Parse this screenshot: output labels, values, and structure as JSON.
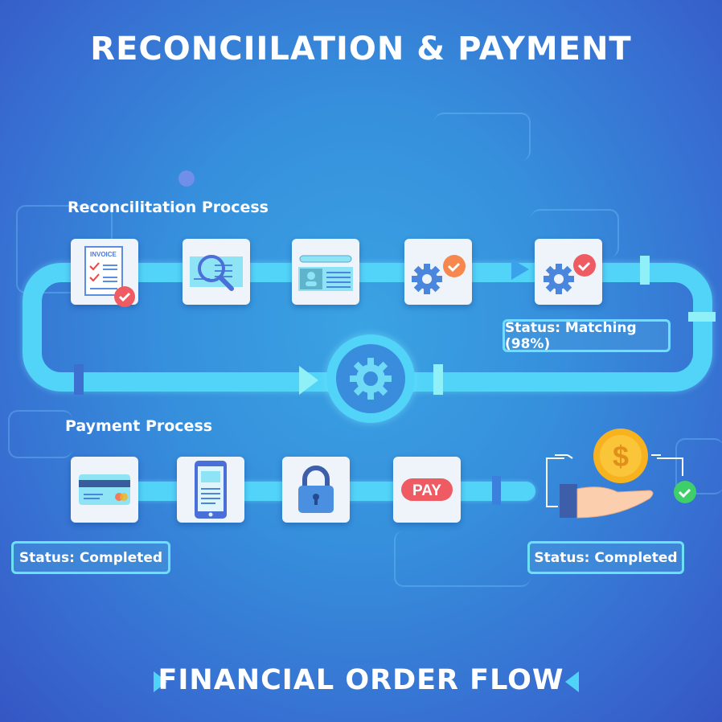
{
  "title": "RECONCIILATION & PAYMENT",
  "footer": "FINANCIAL ORDER FLOW",
  "reconciliation": {
    "heading": "Reconcilitation Process",
    "steps": [
      {
        "icon": "invoice-icon",
        "label": "INVOICE"
      },
      {
        "icon": "magnifier-document-icon"
      },
      {
        "icon": "id-card-icon"
      },
      {
        "icon": "gear-check-icon"
      },
      {
        "icon": "gear-check-icon"
      }
    ],
    "status": "Status: Matching (98%)"
  },
  "payment": {
    "heading": "Payment Process",
    "steps": [
      {
        "icon": "credit-card-icon"
      },
      {
        "icon": "mobile-phone-icon"
      },
      {
        "icon": "padlock-icon"
      },
      {
        "icon": "pay-button-icon",
        "label": "PAY"
      }
    ],
    "status_left": "Status: Completed",
    "status_right": "Status: Completed",
    "coin_symbol": "$"
  },
  "colors": {
    "pipe": "#52d4f8",
    "check_red": "#ef5b63",
    "check_orange": "#f5874f",
    "gear": "#4a86dd",
    "check_green": "#3fcf6a",
    "coin": "#f7b21f"
  }
}
